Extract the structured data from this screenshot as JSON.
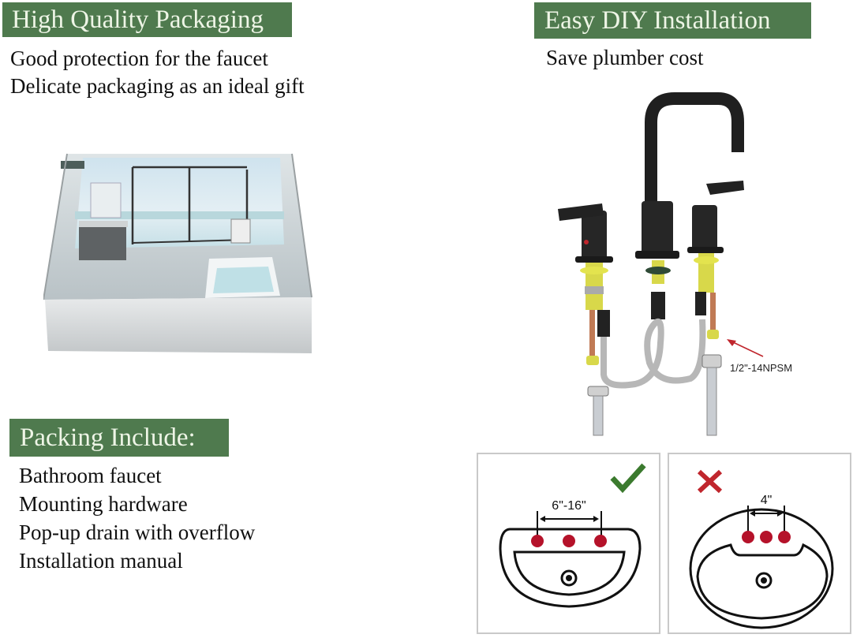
{
  "left": {
    "packaging_banner": "High Quality Packaging",
    "packaging_lines": [
      "Good protection for the faucet",
      "Delicate packaging as an ideal gift"
    ],
    "packing_banner": "Packing Include:",
    "packing_items": [
      "Bathroom faucet",
      "Mounting hardware",
      "Pop-up drain with overflow",
      "Installation manual"
    ]
  },
  "right": {
    "install_banner": "Easy DIY Installation",
    "install_lines": [
      "Save plumber cost"
    ],
    "connector_label": "1/2\"-14NPSM",
    "sinks": [
      {
        "status": "correct",
        "icon": "check-icon",
        "spacing_label": "6\"-16\""
      },
      {
        "status": "incorrect",
        "icon": "cross-icon",
        "spacing_label": "4\""
      }
    ]
  },
  "colors": {
    "banner_bg": "#4f7a4e",
    "banner_text": "#eef5e6",
    "check_green": "#3b7a2e",
    "cross_red": "#c0262d",
    "hole_red": "#b5122a"
  }
}
